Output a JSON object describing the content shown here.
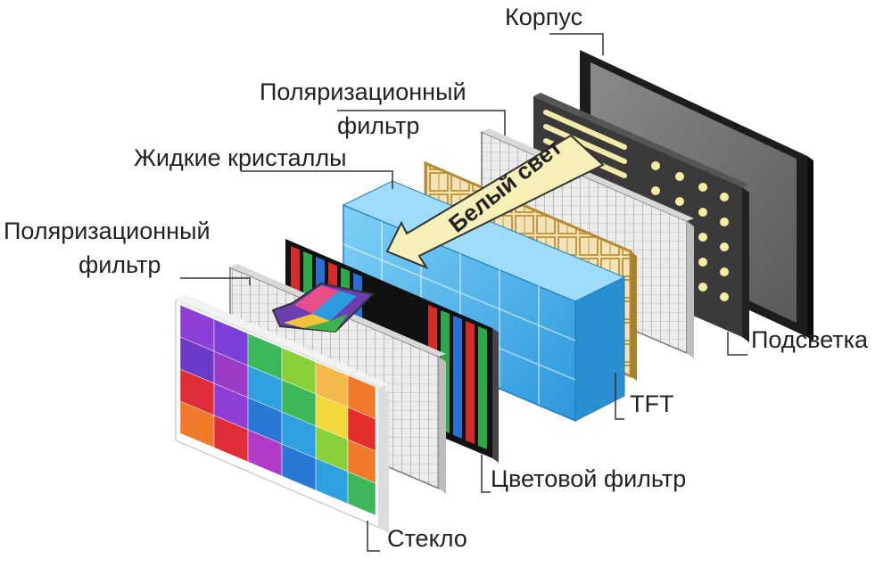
{
  "labels": {
    "housing": "Корпус",
    "polarizer_back_line1": "Поляризационный",
    "polarizer_back_line2": "фильтр",
    "liquid_crystals": "Жидкие кристаллы",
    "polarizer_front_line1": "Поляризационный",
    "polarizer_front_line2": "фильтр",
    "backlight": "Подсветка",
    "tft": "TFT",
    "color_filter": "Цветовой фильтр",
    "glass": "Стекло"
  },
  "white_light_arrow": "Белый свет",
  "colors": {
    "leader": "#333333",
    "housing_frame": "#1a1a1a",
    "housing_screen": "#6e6e6e",
    "backlight_panel": "#3a3a3a",
    "backlight_led": "#f3e9a8",
    "tft_frame": "#c9a14a",
    "lc_blue": "#3aa9e6",
    "arrow_fill": "#f7efb8"
  }
}
